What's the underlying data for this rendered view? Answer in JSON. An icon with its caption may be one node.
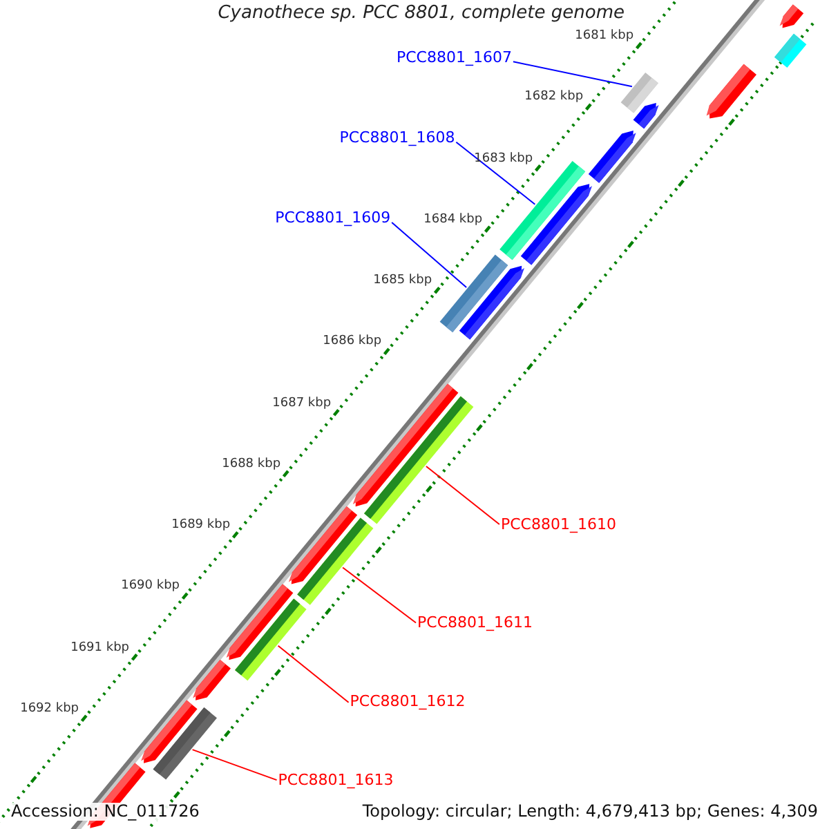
{
  "diagram": {
    "title": "Cyanothece sp. PCC 8801, complete genome",
    "nodes": [
      {
        "text": [
          "PCC8801_1607"
        ]
      },
      {
        "text": [
          "PCC8801_1608"
        ]
      },
      {
        "text": [
          "PCC8801_1609"
        ]
      },
      {
        "text": [
          "PCC8801_1610"
        ]
      },
      {
        "text": [
          "PCC8801_1611"
        ]
      },
      {
        "text": [
          "PCC8801_1612"
        ]
      },
      {
        "text": [
          "PCC8801_1613"
        ]
      },
      {
        "text": [],
        "shape": "bar"
      },
      {
        "text": [],
        "shape": "bar"
      },
      {
        "text": [],
        "shape": "bar"
      },
      {
        "text": [],
        "shape": "bar"
      },
      {
        "text": [],
        "shape": "bar"
      },
      {
        "text": [],
        "shape": "bar"
      },
      {
        "text": [],
        "shape": "bar"
      },
      {
        "text": [],
        "shape": "arrow"
      },
      {
        "text": [],
        "shape": "bar"
      },
      {
        "text": [],
        "shape": "arrow"
      },
      {
        "text": [],
        "shape": "arrow"
      },
      {
        "text": [],
        "shape": "arrow"
      },
      {
        "text": [],
        "shape": "arrow"
      },
      {
        "text": [],
        "shape": "arrow"
      },
      {
        "text": [],
        "shape": "arrow"
      },
      {
        "text": [],
        "shape": "arrow"
      },
      {
        "text": [],
        "shape": "arrow"
      },
      {
        "text": [],
        "shape": "arrow"
      },
      {
        "text": [],
        "shape": "arrow"
      },
      {
        "text": [],
        "shape": "arrow"
      }
    ],
    "edges": [
      {
        "from": 0,
        "to": 7,
        "arrow": "none",
        "color": "#0000ff"
      },
      {
        "from": 1,
        "to": 8,
        "arrow": "none",
        "color": "#0000ff"
      },
      {
        "from": 2,
        "to": 9,
        "arrow": "none",
        "color": "#0000ff"
      },
      {
        "from": 3,
        "to": 10,
        "arrow": "none",
        "color": "#ff0000"
      },
      {
        "from": 4,
        "to": 11,
        "arrow": "none",
        "color": "#ff0000"
      },
      {
        "from": 5,
        "to": 12,
        "arrow": "none",
        "color": "#ff0000"
      },
      {
        "from": 6,
        "to": 13,
        "arrow": "none",
        "color": "#ff0000"
      }
    ],
    "labels": [
      "1681 kbp",
      "1682 kbp",
      "1683 kbp",
      "1684 kbp",
      "1685 kbp",
      "1686 kbp",
      "1687 kbp",
      "1688 kbp",
      "1689 kbp",
      "1690 kbp",
      "1691 kbp",
      "1692 kbp",
      "Accession: NC_011726",
      "Topology: circular; Length: 4,679,413 bp; Genes: 4,309"
    ]
  }
}
